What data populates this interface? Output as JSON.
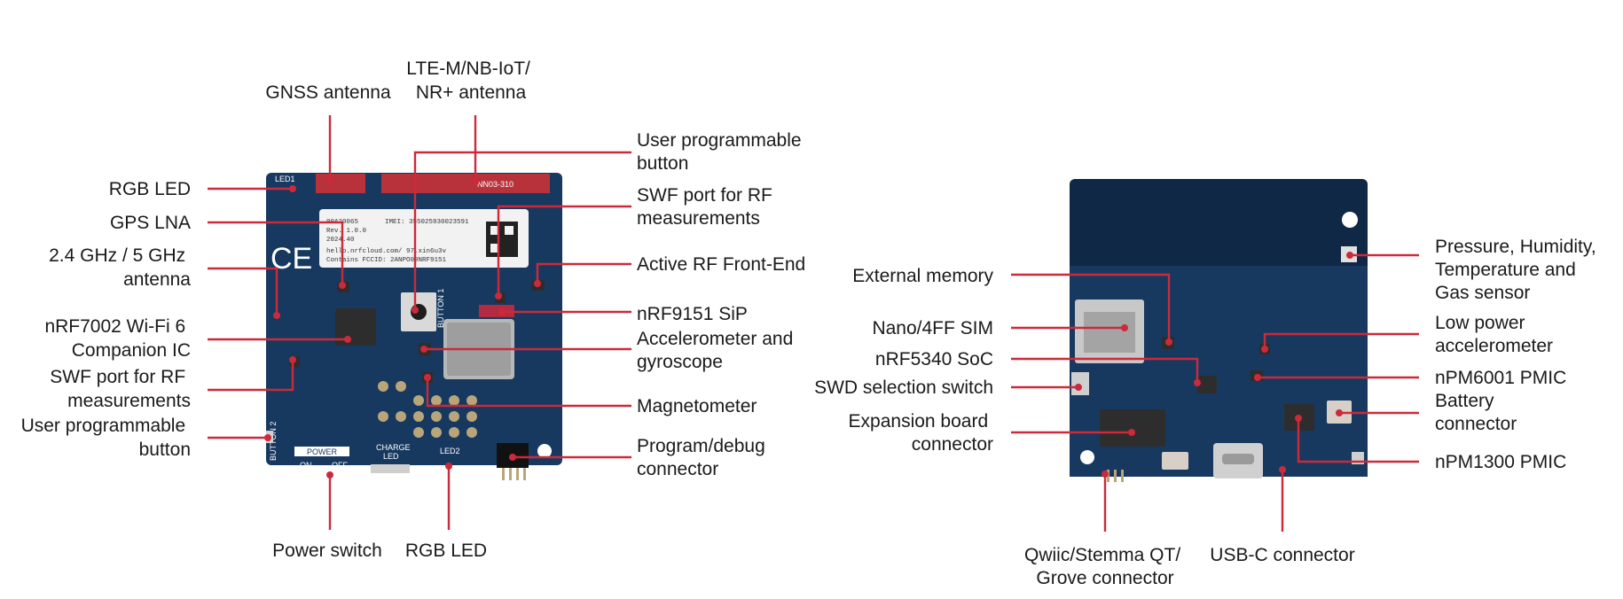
{
  "front_labels": {
    "gnss": [
      "GNSS antenna"
    ],
    "lte": [
      "LTE-M/NB-IoT/",
      "NR+ antenna"
    ],
    "rgb_led_left": [
      "RGB LED"
    ],
    "gps_lna": [
      "GPS LNA"
    ],
    "wifi_antenna": [
      "2.4 GHz / 5 GHz",
      "antenna"
    ],
    "nrf7002": [
      "nRF7002 Wi-Fi 6",
      "Companion IC"
    ],
    "swf_left": [
      "SWF port for RF",
      "measurements"
    ],
    "button_left": [
      "User programmable",
      "button"
    ],
    "button_right": [
      "User programmable",
      "button"
    ],
    "swf_right": [
      "SWF port for RF",
      "measurements"
    ],
    "rf_frontend": [
      "Active RF Front-End"
    ],
    "nrf9151": [
      "nRF9151 SiP"
    ],
    "accel_gyro": [
      "Accelerometer and",
      "gyroscope"
    ],
    "magnetometer": [
      "Magnetometer"
    ],
    "program_debug": [
      "Program/debug",
      "connector"
    ],
    "power_switch": [
      "Power switch"
    ],
    "rgb_led_bottom": [
      "RGB LED"
    ]
  },
  "back_labels": {
    "external_memory": [
      "External memory"
    ],
    "nano_sim": [
      "Nano/4FF SIM"
    ],
    "nrf5340": [
      "nRF5340 SoC"
    ],
    "swd_switch": [
      "SWD selection switch"
    ],
    "expansion": [
      "Expansion board",
      "connector"
    ],
    "pressure": [
      "Pressure, Humidity,",
      "Temperature and",
      "Gas sensor"
    ],
    "low_power_accel": [
      "Low power",
      "accelerometer"
    ],
    "npm6001": [
      "nPM6001 PMIC"
    ],
    "battery": [
      "Battery",
      "connector"
    ],
    "npm1300": [
      "nPM1300 PMIC"
    ],
    "qwiic": [
      "Qwiic/Stemma QT/",
      "Grove connector"
    ],
    "usbc": [
      "USB-C connector"
    ]
  },
  "silkscreen": {
    "led1": "LED1",
    "led2": "LED2",
    "button1": "BUTTON 1",
    "button2": "BUTTON 2",
    "power": "POWER",
    "on": "ON",
    "off": "OFF",
    "charge_led": [
      "CHARGE",
      "LED"
    ],
    "antenna_part": "NN03-310",
    "imei_line": "IMEI: 355025930023591",
    "label_lines": [
      "00A20065",
      "Rev. 1.0.0",
      "2024.40",
      "hello.nrfcloud.com/ 97.xin6u3v",
      "Contains FCCID: 2ANPO00NRF9151"
    ]
  },
  "colors": {
    "pcb": "#17395f",
    "leader": "#cc2a3b",
    "antenna_strip": "#b8323c"
  }
}
